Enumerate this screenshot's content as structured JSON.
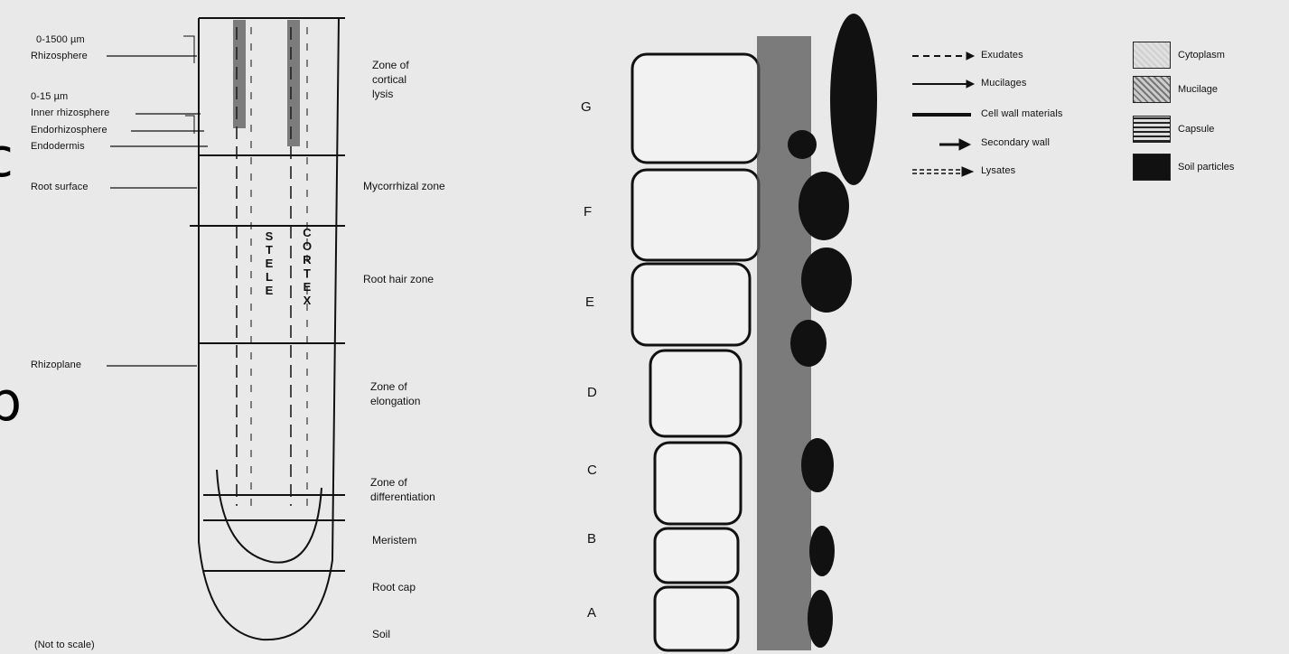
{
  "left_labels": {
    "d1500": "0-1500 µm",
    "rhizosphere": "Rhizosphere",
    "d15": "0-15 µm",
    "inner_rhizosphere": "Inner rhizosphere",
    "endorhizosphere": "Endorhizosphere",
    "endodermis": "Endodermis",
    "root_surface": "Root surface",
    "rhizoplane": "Rhizoplane",
    "not_to_scale": "(Not to scale)"
  },
  "root_inner_labels": {
    "stele": [
      "S",
      "T",
      "E",
      "L",
      "E"
    ],
    "cortex": [
      "C",
      "O",
      "R",
      "T",
      "E",
      "X"
    ]
  },
  "zones": [
    "Zone of\ncortical\nlysis",
    "Mycorrhizal zone",
    "Root hair zone",
    "Zone of\nelongation",
    "Zone of\ndifferentiation",
    "Meristem",
    "Root cap",
    "Soil"
  ],
  "cell_letters": [
    "G",
    "F",
    "E",
    "D",
    "C",
    "B",
    "A"
  ],
  "legend_lines": [
    {
      "label": "Exudates",
      "style": "dashed-arrow"
    },
    {
      "label": "Mucilages",
      "style": "arrow"
    },
    {
      "label": "Cell wall materials",
      "style": "thick-line"
    },
    {
      "label": "Secondary wall",
      "style": "bold-arrow"
    },
    {
      "label": "Lysates",
      "style": "double-dashed-arrow"
    }
  ],
  "legend_swatches": [
    {
      "label": "Cytoplasm",
      "pattern": "light"
    },
    {
      "label": "Mucilage",
      "pattern": "medium"
    },
    {
      "label": "Capsule",
      "pattern": "hatched"
    },
    {
      "label": "Soil particles",
      "pattern": "dark"
    }
  ],
  "edge_glyphs": [
    "c",
    "p"
  ]
}
